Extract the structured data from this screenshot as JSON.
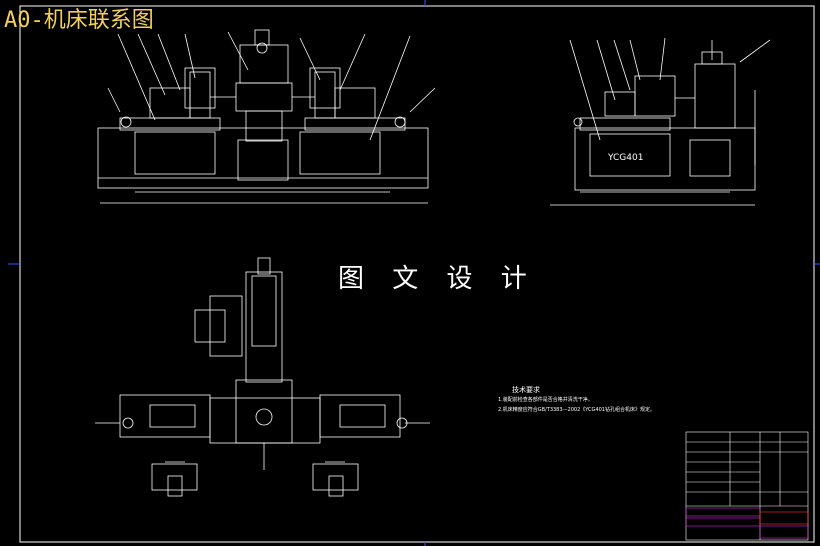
{
  "drawing": {
    "title": "A0-机床联系图",
    "watermark": "图 文 设 计",
    "side_view_model_label": "YCG401",
    "notes_title": "技术要求",
    "notes": [
      "1.装配前检查各部件是否合格并清洗干净。",
      "2.机床精度应符合GB/T3383—2002《YCG401钻孔组合机床》规定。"
    ]
  },
  "colors": {
    "background": "#000000",
    "lines": "#ffffff",
    "title": "#f0d060",
    "border": "#3355ff",
    "title_block_accent": "#cc33cc",
    "title_block_red": "#ff3333"
  }
}
